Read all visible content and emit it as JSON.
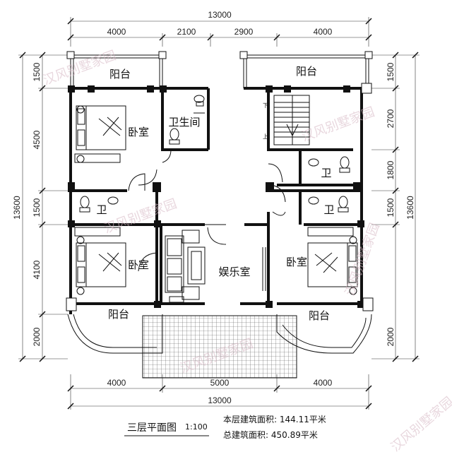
{
  "dimensions": {
    "top_total": "13000",
    "top_segments": [
      "4000",
      "2100",
      "2900",
      "4000"
    ],
    "bottom_segments": [
      "4000",
      "5000",
      "4000"
    ],
    "bottom_total": "13000",
    "left_segments": [
      "1500",
      "4500",
      "1500",
      "4100",
      "2000"
    ],
    "left_total": "13600",
    "right_segments": [
      "1500",
      "2700",
      "1800",
      "1500"
    ],
    "right_total": "13600"
  },
  "rooms": {
    "balcony_top_left": "阳台",
    "balcony_top_right": "阳台",
    "bedroom_top_left": "卧室",
    "bathroom_main": "卫生间",
    "bath_right_upper": "卫",
    "bath_right_lower": "卫",
    "bath_left": "卫",
    "bedroom_bottom_left": "卧室",
    "entertainment": "娱乐室",
    "bedroom_bottom_right": "卧室",
    "balcony_bottom_left": "阳台",
    "balcony_bottom_right": "阳台",
    "stair_down": "下",
    "stair_up": "上"
  },
  "footer": {
    "plan_title": "三层平面图",
    "scale": "1:100",
    "floor_area": "本层建筑面积: 144.11平米",
    "total_area": "总建筑面积: 450.89平米"
  },
  "watermark": "汉风别墅家园"
}
